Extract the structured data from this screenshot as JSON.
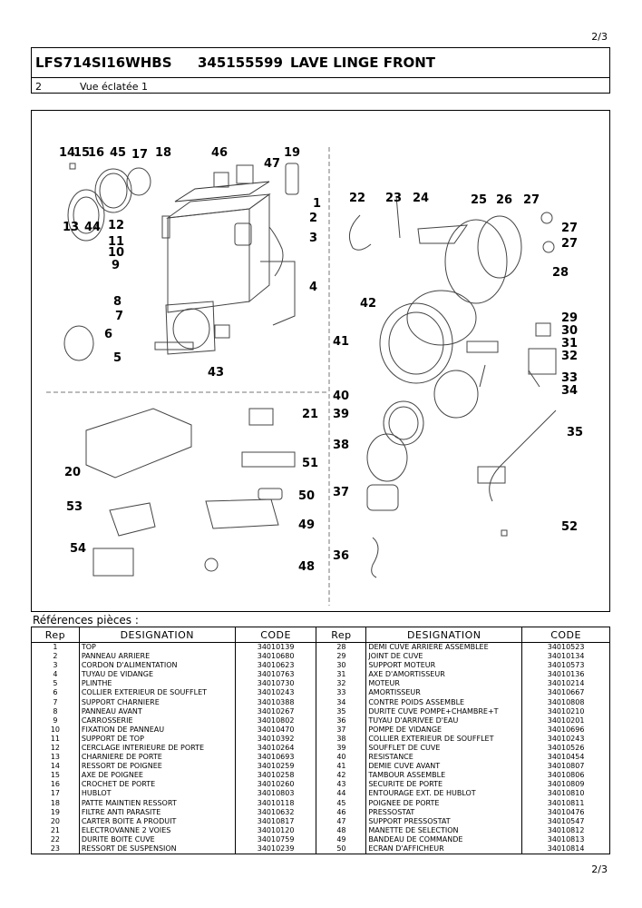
{
  "page": {
    "number": "2/3"
  },
  "header": {
    "model": "LFS714SI16WHBS",
    "code": "345155599",
    "name": "LAVE LINGE FRONT",
    "section_number": "2",
    "section_label": "Vue éclatée 1"
  },
  "diagram": {
    "callouts": [
      "14",
      "15",
      "16",
      "45",
      "17",
      "18",
      "46",
      "47",
      "19",
      "1",
      "2",
      "3",
      "4",
      "13",
      "44",
      "12",
      "11",
      "10",
      "9",
      "8",
      "7",
      "6",
      "5",
      "43",
      "22",
      "23",
      "24",
      "25",
      "26",
      "27",
      "27",
      "27",
      "28",
      "42",
      "41",
      "29",
      "30",
      "31",
      "32",
      "33",
      "34",
      "40",
      "39",
      "38",
      "35",
      "37",
      "36",
      "52",
      "21",
      "51",
      "50",
      "49",
      "48",
      "20",
      "53",
      "54"
    ]
  },
  "refs": {
    "label": "Références pièces  :",
    "headers": [
      "Rep",
      "DESIGNATION",
      "CODE",
      "Rep",
      "DESIGNATION",
      "CODE"
    ],
    "rows": [
      [
        "1",
        "TOP",
        "34010139",
        "28",
        "DEMI CUVE ARRIERE ASSEMBLEE",
        "34010523"
      ],
      [
        "2",
        "PANNEAU ARRIERE",
        "34010680",
        "29",
        "JOINT DE CUVE",
        "34010134"
      ],
      [
        "3",
        "CORDON D'ALIMENTATION",
        "34010623",
        "30",
        "SUPPORT MOTEUR",
        "34010573"
      ],
      [
        "4",
        "TUYAU DE VIDANGE",
        "34010763",
        "31",
        "AXE D'AMORTISSEUR",
        "34010136"
      ],
      [
        "5",
        "PLINTHE",
        "34010730",
        "32",
        "MOTEUR",
        "34010214"
      ],
      [
        "6",
        "COLLIER EXTERIEUR DE SOUFFLET",
        "34010243",
        "33",
        "AMORTISSEUR",
        "34010667"
      ],
      [
        "7",
        "SUPPORT CHARNIERE",
        "34010388",
        "34",
        "CONTRE POIDS ASSEMBLE",
        "34010808"
      ],
      [
        "8",
        "PANNEAU AVANT",
        "34010267",
        "35",
        "DURITE CUVE POMPE+CHAMBRE+T",
        "34010210"
      ],
      [
        "9",
        "CARROSSERIE",
        "34010802",
        "36",
        "TUYAU D'ARRIVEE D'EAU",
        "34010201"
      ],
      [
        "10",
        "FIXATION DE PANNEAU",
        "34010470",
        "37",
        "POMPE DE VIDANGE",
        "34010696"
      ],
      [
        "11",
        "SUPPORT DE TOP",
        "34010392",
        "38",
        "COLLIER EXTERIEUR DE SOUFFLET",
        "34010243"
      ],
      [
        "12",
        "CERCLAGE INTERIEURE DE PORTE",
        "34010264",
        "39",
        "SOUFFLET DE CUVE",
        "34010526"
      ],
      [
        "13",
        "CHARNIERE DE PORTE",
        "34010693",
        "40",
        "RESISTANCE",
        "34010454"
      ],
      [
        "14",
        "RESSORT DE POIGNEE",
        "34010259",
        "41",
        "DEMIE CUVE AVANT",
        "34010807"
      ],
      [
        "15",
        "AXE DE POIGNEE",
        "34010258",
        "42",
        "TAMBOUR ASSEMBLE",
        "34010806"
      ],
      [
        "16",
        "CROCHET DE PORTE",
        "34010260",
        "43",
        "SECURITE DE PORTE",
        "34010809"
      ],
      [
        "17",
        "HUBLOT",
        "34010803",
        "44",
        "ENTOURAGE EXT. DE HUBLOT",
        "34010810"
      ],
      [
        "18",
        "PATTE MAINTIEN RESSORT",
        "34010118",
        "45",
        "POIGNEE DE PORTE",
        "34010811"
      ],
      [
        "19",
        "FILTRE ANTI PARASITE",
        "34010632",
        "46",
        "PRESSOSTAT",
        "34010476"
      ],
      [
        "20",
        "CARTER BOITE A PRODUIT",
        "34010817",
        "47",
        "SUPPORT PRESSOSTAT",
        "34010547"
      ],
      [
        "21",
        "ELECTROVANNE 2 VOIES",
        "34010120",
        "48",
        "MANETTE DE SELECTION",
        "34010812"
      ],
      [
        "22",
        "DURITE BOITE CUVE",
        "34010759",
        "49",
        "BANDEAU DE COMMANDE",
        "34010813"
      ],
      [
        "23",
        "RESSORT DE SUSPENSION",
        "34010239",
        "50",
        "ECRAN D'AFFICHEUR",
        "34010814"
      ]
    ]
  }
}
